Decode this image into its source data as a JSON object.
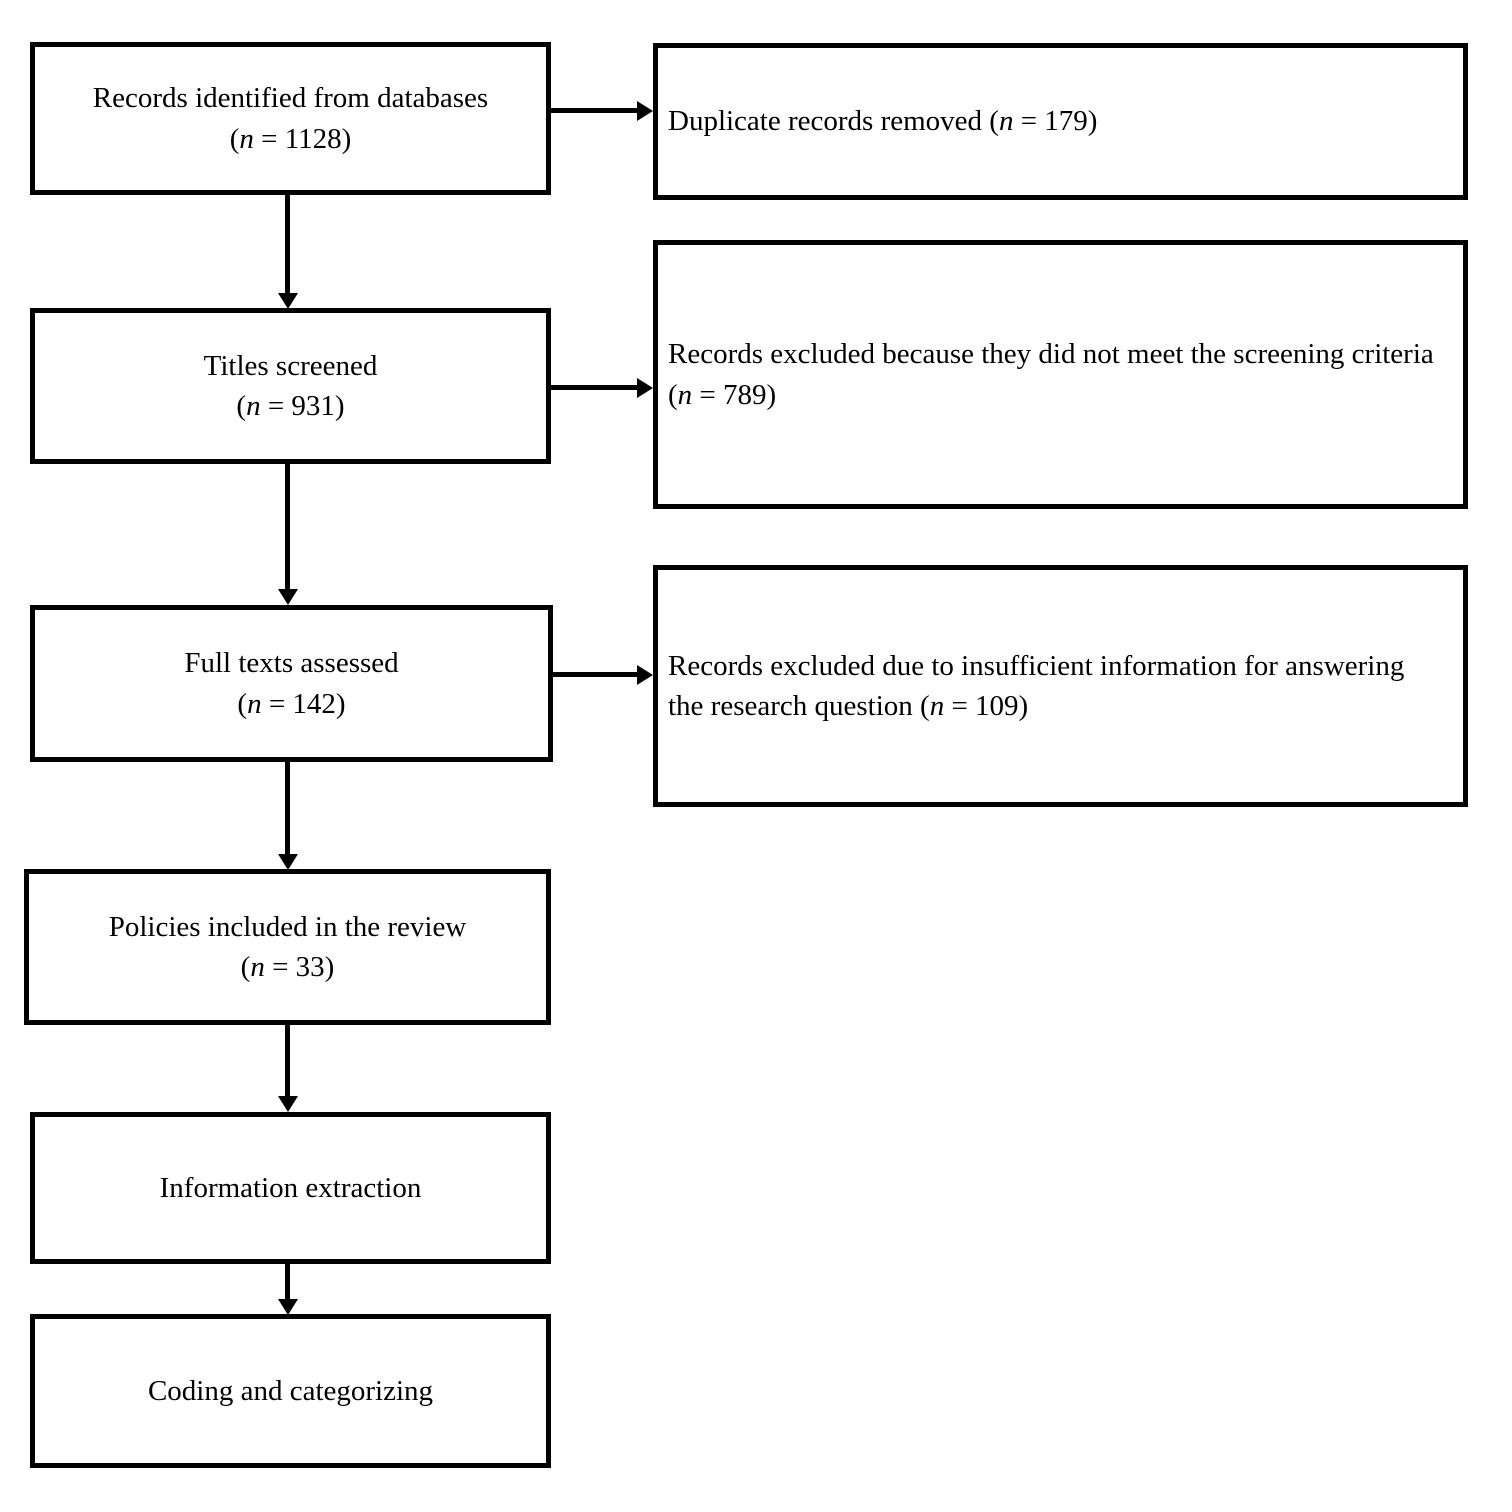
{
  "flowchart": {
    "colors": {
      "border": "#000000",
      "background": "#ffffff",
      "text": "#000000"
    },
    "left_boxes": [
      {
        "title": "Records identified from databases",
        "count_open": "(",
        "count_n": "n",
        "count_rest": " = 1128)"
      },
      {
        "title": "Titles screened",
        "count_open": "(",
        "count_n": "n",
        "count_rest": " = 931)"
      },
      {
        "title": "Full texts assessed",
        "count_open": "(",
        "count_n": "n",
        "count_rest": " = 142)"
      },
      {
        "title": "Policies included in the review",
        "count_open": "(",
        "count_n": "n",
        "count_rest": " = 33)"
      },
      {
        "title": "Information extraction"
      },
      {
        "title": "Coding and categorizing"
      }
    ],
    "right_boxes": [
      {
        "text_before": "Duplicate records removed (",
        "n": "n",
        "text_after": " = 179)"
      },
      {
        "text_before": "Records excluded because they did not meet the screening criteria (",
        "n": "n",
        "text_after": " = 789)"
      },
      {
        "text_before": "Records excluded due to insufficient information for answering the research question (",
        "n": "n",
        "text_after": " = 109)"
      }
    ]
  }
}
